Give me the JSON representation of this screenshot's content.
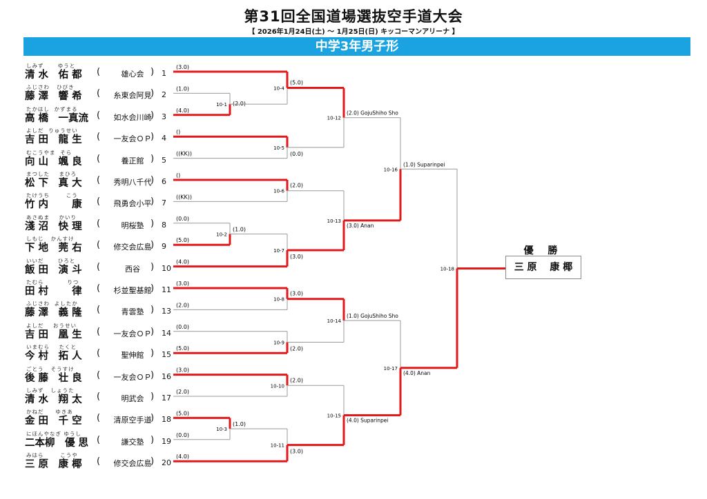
{
  "title": "第31回全国道場選抜空手道大会",
  "subtitle": "【 2026年1月24日(土) ～ 1月25日(日)  キッコーマンアリーナ 】",
  "division": "中学3年男子形",
  "winner_title": "優 勝",
  "winner_name": "三 原　 康 椰",
  "players": [
    {
      "seed": "1",
      "name": "清 水　佑 都",
      "ruby": "しみず      ゆうと",
      "club": "雄心会"
    },
    {
      "seed": "2",
      "name": "藤 澤　響 希",
      "ruby": "ふじさわ   ひびき",
      "club": "糸東会阿見"
    },
    {
      "seed": "3",
      "name": "高 橋　一真流",
      "ruby": "たかはし  かずまる",
      "club": "如水会川崎"
    },
    {
      "seed": "4",
      "name": "吉 田　龍 生",
      "ruby": "よしだ  りゅうせい",
      "club": "一友会ＯＰ"
    },
    {
      "seed": "5",
      "name": "向 山　颯 良",
      "ruby": "むこうやま  そら",
      "club": "養正館"
    },
    {
      "seed": "6",
      "name": "松 下　真 大",
      "ruby": "まつした    まひろ",
      "club": "秀明八千代"
    },
    {
      "seed": "7",
      "name": "竹 内　　 康",
      "ruby": "たけうち       こう",
      "club": "飛勇会小平"
    },
    {
      "seed": "8",
      "name": "淺 沼　快 理",
      "ruby": "あさぬま    かいり",
      "club": "明桜塾"
    },
    {
      "seed": "9",
      "name": "下 地　莞 右",
      "ruby": "しもじ   かんすけ",
      "club": "修交会広島"
    },
    {
      "seed": "10",
      "name": "飯 田　演 斗",
      "ruby": "いいだ      ひろと",
      "club": "西谷"
    },
    {
      "seed": "11",
      "name": "田 村　　 律",
      "ruby": "たむら          りつ",
      "club": "杉並聖基館"
    },
    {
      "seed": "13",
      "name": "藤 澤　義 隆",
      "ruby": "ふじさわ  よしたか",
      "club": "青雲塾"
    },
    {
      "seed": "14",
      "name": "吉 田　凰 生",
      "ruby": "よしだ    おうせい",
      "club": "一友会ＯＰ"
    },
    {
      "seed": "15",
      "name": "今 村　拓 人",
      "ruby": "いまむら    たくと",
      "club": "聖伸館"
    },
    {
      "seed": "16",
      "name": "後 藤　壮 良",
      "ruby": "ごとう   そうすけ",
      "club": "一友会ＯＰ"
    },
    {
      "seed": "17",
      "name": "清 水　翔 太",
      "ruby": "しみず   しょうた",
      "club": "明武会"
    },
    {
      "seed": "18",
      "name": "金 田　千 空",
      "ruby": "かねだ     ゆきあ",
      "club": "清原空手道"
    },
    {
      "seed": "19",
      "name": "二本柳　優 思",
      "ruby": "にほんやなぎ ゆうし",
      "club": "謙交塾"
    },
    {
      "seed": "20",
      "name": "三 原　康 椰",
      "ruby": "みはら       こうや",
      "club": "修交会広島"
    }
  ],
  "entry_scores": [
    "(3.0)",
    "(1.0)",
    "(4.0)",
    "()",
    "((KK))",
    "()",
    "((KK))",
    "(0.0)",
    "(5.0)",
    "(4.0)",
    "(3.0)",
    "(2.0)",
    "(0.0)",
    "(5.0)",
    "(3.0)",
    "(2.0)",
    "(5.0)",
    "(0.0)",
    "(4.0)"
  ],
  "matches": [
    {
      "id": "10-1",
      "top": "(2.0)"
    },
    {
      "id": "10-2",
      "top": "(1.0)"
    },
    {
      "id": "10-3",
      "top": "(1.0)"
    },
    {
      "id": "10-4",
      "top": "(5.0)"
    },
    {
      "id": "10-5",
      "bottom": "(0.0)"
    },
    {
      "id": "10-6",
      "top": "(2.0)"
    },
    {
      "id": "10-7",
      "bottom": "(3.0)"
    },
    {
      "id": "10-8",
      "top": "(3.0)"
    },
    {
      "id": "10-9",
      "bottom": "(2.0)"
    },
    {
      "id": "10-10",
      "top": "(2.0)"
    },
    {
      "id": "10-11",
      "bottom": "(3.0)"
    },
    {
      "id": "10-12",
      "top": "(2.0) GojuShiho Sho"
    },
    {
      "id": "10-13",
      "bottom": "(3.0) Anan"
    },
    {
      "id": "10-14",
      "top": "(1.0) GojuShiho Sho"
    },
    {
      "id": "10-15",
      "bottom": "(4.0) Suparinpei"
    },
    {
      "id": "10-16",
      "top": "(1.0) Suparinpei"
    },
    {
      "id": "10-17",
      "bottom": "(4.0) Anan"
    },
    {
      "id": "10-18"
    }
  ]
}
